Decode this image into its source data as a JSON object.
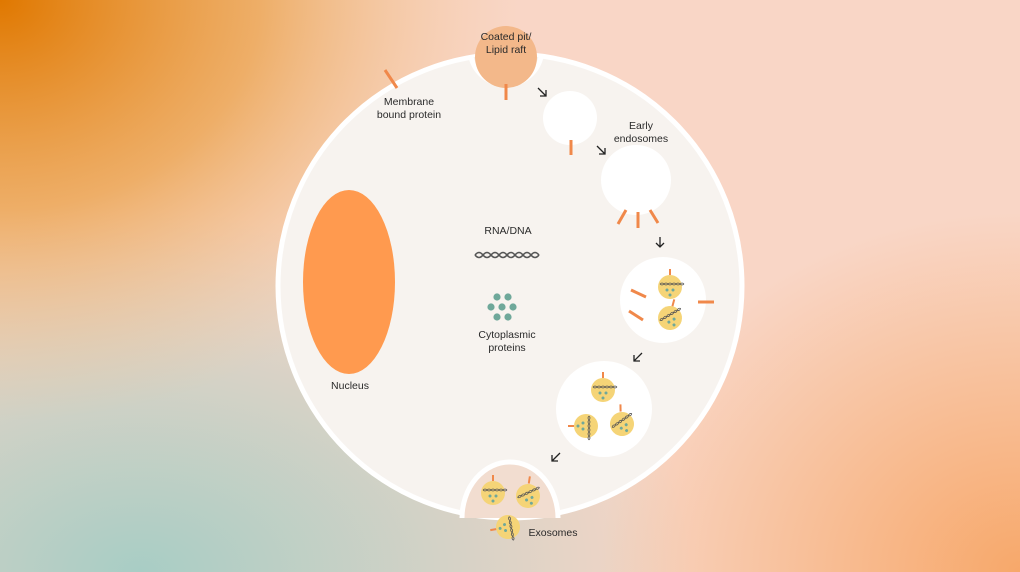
{
  "labels": {
    "coated_pit": [
      "Coated pit/",
      "Lipid raft"
    ],
    "membrane_protein": [
      "Membrane",
      "bound protein"
    ],
    "early_endosomes": [
      "Early",
      "endosomes"
    ],
    "rna_dna": "RNA/DNA",
    "cytoplasmic_proteins": [
      "Cytoplasmic",
      "proteins"
    ],
    "nucleus": "Nucleus",
    "exosomes": "Exosomes"
  },
  "colors": {
    "orange": "#f0884a",
    "nucleus": "#ff9a4f",
    "cell_fill": "#f7f3ef",
    "membrane": "#ffffff",
    "vesicle": "#f5d477",
    "protein_dot": "#6fa89a",
    "dna": "#555555",
    "arrow": "#222222"
  }
}
